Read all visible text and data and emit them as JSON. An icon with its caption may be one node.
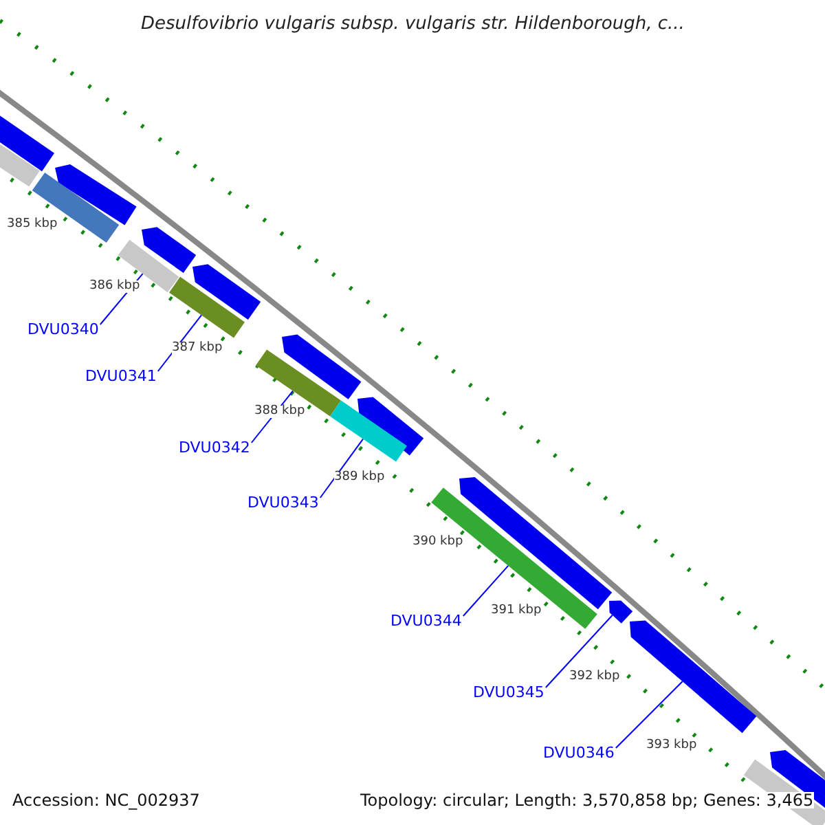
{
  "diagram": {
    "title": "Desulfovibrio vulgaris subsp. vulgaris str. Hildenborough, c...",
    "nodes": [
      {
        "text": [
          "DVU0340"
        ]
      },
      {
        "text": [
          "DVU0341"
        ]
      },
      {
        "text": [
          "DVU0342"
        ]
      },
      {
        "text": [
          "DVU0343"
        ]
      },
      {
        "text": [
          "DVU0344"
        ]
      },
      {
        "text": [
          "DVU0345"
        ]
      },
      {
        "text": [
          "DVU0346"
        ]
      },
      {
        "text": [],
        "shape": "bar"
      },
      {
        "text": [],
        "shape": "bar"
      },
      {
        "text": [],
        "shape": "bar"
      },
      {
        "text": [],
        "shape": "bar"
      },
      {
        "text": [],
        "shape": "bar"
      },
      {
        "text": [],
        "shape": "arrow"
      },
      {
        "text": [],
        "shape": "arrow"
      }
    ],
    "edges": [
      {
        "from": 0,
        "to": 7,
        "arrow": "none"
      },
      {
        "from": 1,
        "to": 8,
        "arrow": "none"
      },
      {
        "from": 2,
        "to": 9,
        "arrow": "none"
      },
      {
        "from": 3,
        "to": 10,
        "arrow": "none"
      },
      {
        "from": 4,
        "to": 11,
        "arrow": "none"
      },
      {
        "from": 5,
        "to": 12,
        "arrow": "none"
      },
      {
        "from": 6,
        "to": 13,
        "arrow": "none"
      }
    ],
    "labels": [
      "385 kbp",
      "386 kbp",
      "387 kbp",
      "388 kbp",
      "389 kbp",
      "390 kbp",
      "391 kbp",
      "392 kbp",
      "393 kbp",
      "Accession: NC_002937",
      "Topology: circular; Length: 3,570,858 bp; Genes: 3,465"
    ]
  }
}
